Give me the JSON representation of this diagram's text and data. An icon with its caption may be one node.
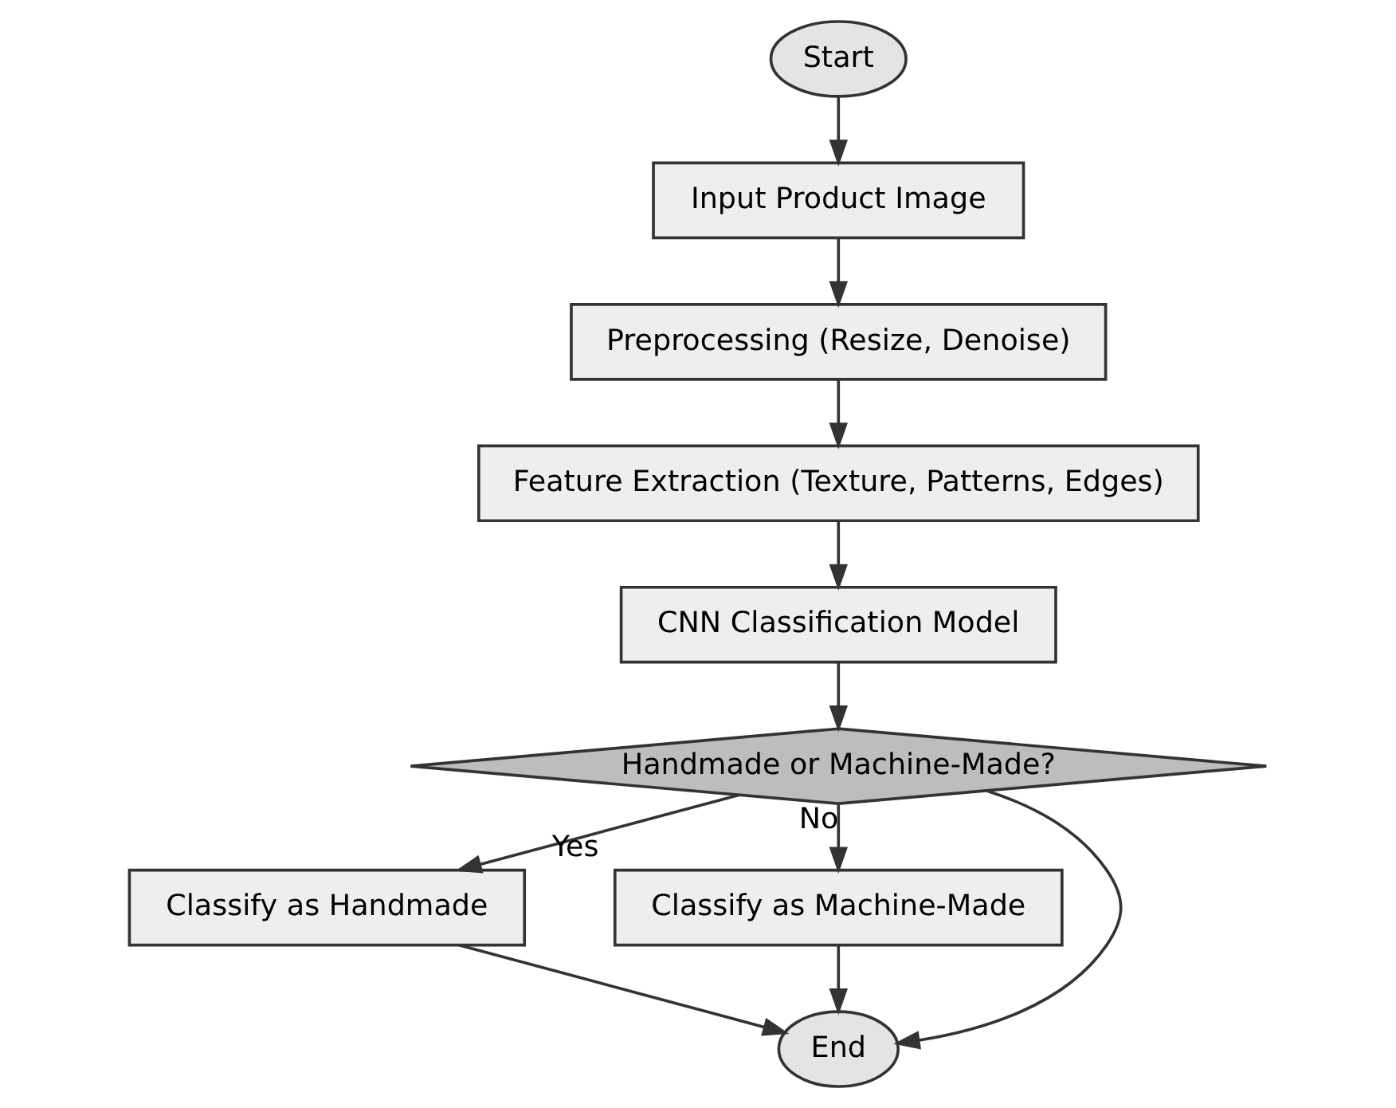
{
  "diagram": {
    "nodes": [
      {
        "text": [
          "Start"
        ]
      },
      {
        "text": [
          "Input Product Image"
        ]
      },
      {
        "text": [
          "Preprocessing (Resize, Denoise)"
        ]
      },
      {
        "text": [
          "Feature Extraction (Texture, Patterns, Edges)"
        ]
      },
      {
        "text": [
          "CNN Classification Model"
        ]
      },
      {
        "text": [
          "Handmade or Machine-Made?"
        ]
      },
      {
        "text": [
          "Classify as Handmade"
        ]
      },
      {
        "text": [
          "Classify as Machine-Made"
        ]
      },
      {
        "text": [
          "End"
        ]
      }
    ],
    "edges": [
      {
        "from": 0,
        "to": 1,
        "arrow": "to"
      },
      {
        "from": 1,
        "to": 2,
        "arrow": "to"
      },
      {
        "from": 2,
        "to": 3,
        "arrow": "to"
      },
      {
        "from": 3,
        "to": 4,
        "arrow": "to"
      },
      {
        "from": 4,
        "to": 5,
        "arrow": "to"
      },
      {
        "from": 5,
        "to": 6,
        "label": "Yes",
        "arrow": "to"
      },
      {
        "from": 5,
        "to": 7,
        "label": "No",
        "arrow": "to"
      },
      {
        "from": 5,
        "to": 8,
        "arrow": "to"
      },
      {
        "from": 6,
        "to": 8,
        "arrow": "to"
      },
      {
        "from": 7,
        "to": 8,
        "arrow": "to"
      }
    ]
  }
}
